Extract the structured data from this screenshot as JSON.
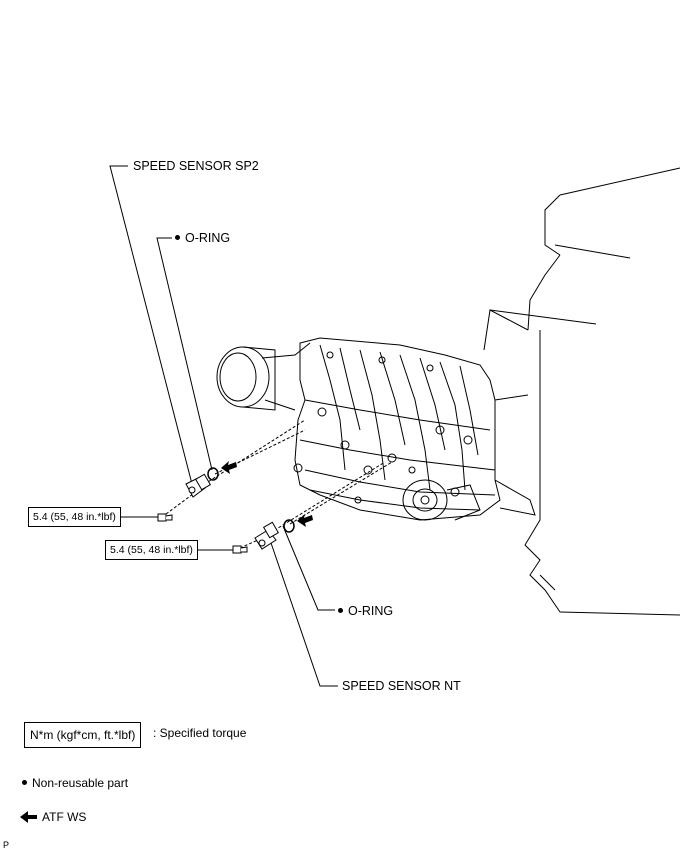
{
  "labels": {
    "speed_sensor_sp2": "SPEED SENSOR SP2",
    "o_ring_top": "O-RING",
    "o_ring_bottom": "O-RING",
    "speed_sensor_nt": "SPEED SENSOR NT"
  },
  "torque": {
    "sp2_bolt": "5.4 (55, 48 in.*lbf)",
    "nt_bolt": "5.4 (55, 48 in.*lbf)"
  },
  "legend": {
    "torque_unit": "N*m (kgf*cm, ft.*lbf)",
    "torque_desc": ": Specified torque",
    "non_reusable": "Non-reusable part",
    "atf": "ATF WS"
  },
  "footer_code": "P",
  "icons": {
    "bullet": "bullet-dot-icon",
    "arrow": "left-arrow-icon"
  }
}
